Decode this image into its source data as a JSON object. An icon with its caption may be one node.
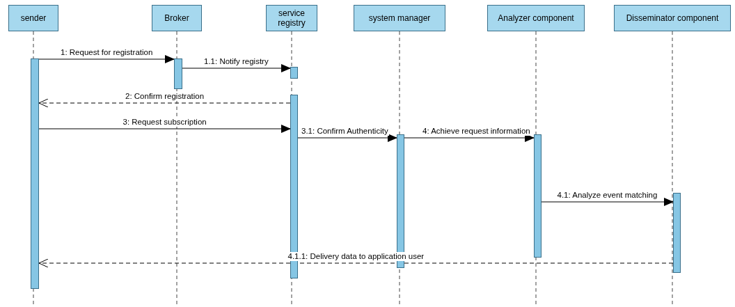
{
  "diagram": {
    "nodes": [
      {
        "text": [
          "sender"
        ]
      },
      {
        "text": [
          "Broker"
        ]
      },
      {
        "text": [
          "service registry"
        ]
      },
      {
        "text": [
          "system manager"
        ]
      },
      {
        "text": [
          "Analyzer component"
        ]
      },
      {
        "text": [
          "Disseminator component"
        ]
      },
      {
        "text": [],
        "shape": "bar"
      },
      {
        "text": [],
        "shape": "bar"
      },
      {
        "text": [],
        "shape": "bar"
      },
      {
        "text": [],
        "shape": "bar"
      },
      {
        "text": [],
        "shape": "bar"
      },
      {
        "text": [],
        "shape": "bar"
      },
      {
        "text": [],
        "shape": "bar"
      }
    ],
    "edges": [
      {
        "from": 6,
        "to": 7,
        "arrow": "to",
        "label": "1: Request for registration"
      },
      {
        "from": 7,
        "to": 8,
        "arrow": "to",
        "label": "1.1: Notify registry"
      },
      {
        "from": 9,
        "to": 6,
        "arrow": "to",
        "label": "2: Confirm registration",
        "style": "dashed"
      },
      {
        "from": 6,
        "to": 9,
        "arrow": "to",
        "label": "3: Request subscription"
      },
      {
        "from": 9,
        "to": 10,
        "arrow": "to",
        "label": "3.1: Confirm Authenticity"
      },
      {
        "from": 10,
        "to": 11,
        "arrow": "to",
        "label": "4: Achieve request information"
      },
      {
        "from": 11,
        "to": 12,
        "arrow": "to",
        "label": "4.1: Analyze event matching"
      },
      {
        "from": 12,
        "to": 6,
        "arrow": "to",
        "label": "4.1.1: Delivery data to application user",
        "style": "dashed"
      }
    ]
  }
}
